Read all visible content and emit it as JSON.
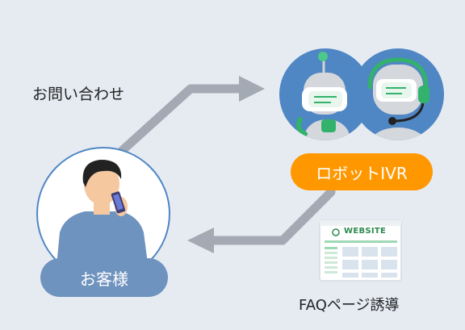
{
  "labels": {
    "inquiry": "お問い合わせ",
    "robot_ivr": "ロボットIVR",
    "customer": "お客様",
    "faq_guidance": "FAQページ誘導",
    "website": "WEBSITE"
  },
  "colors": {
    "background": "#e6ebf2",
    "arrow": "#a3aab3",
    "robot_pill": "#ff9800",
    "customer_pill": "#6f93bf",
    "robot_circle": "#4f86c4",
    "accent_green": "#33b26b"
  }
}
